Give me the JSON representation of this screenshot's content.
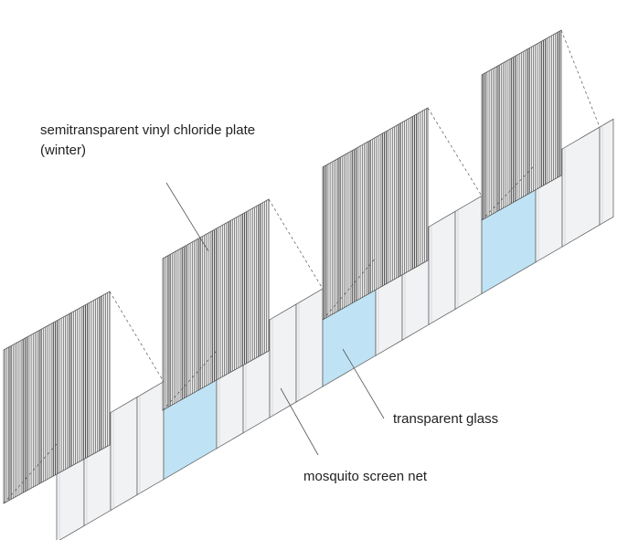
{
  "labels": {
    "vinyl_line1": "semitransparent vinyl chloride plate",
    "vinyl_line2": "(winter)",
    "glass": "transparent glass",
    "net": "mosquito screen net"
  },
  "colors": {
    "glass_fill": "#bfe3f4",
    "screen_fill": "#f0f2f4",
    "line": "#666666",
    "vinyl_stripe": "#555555"
  }
}
